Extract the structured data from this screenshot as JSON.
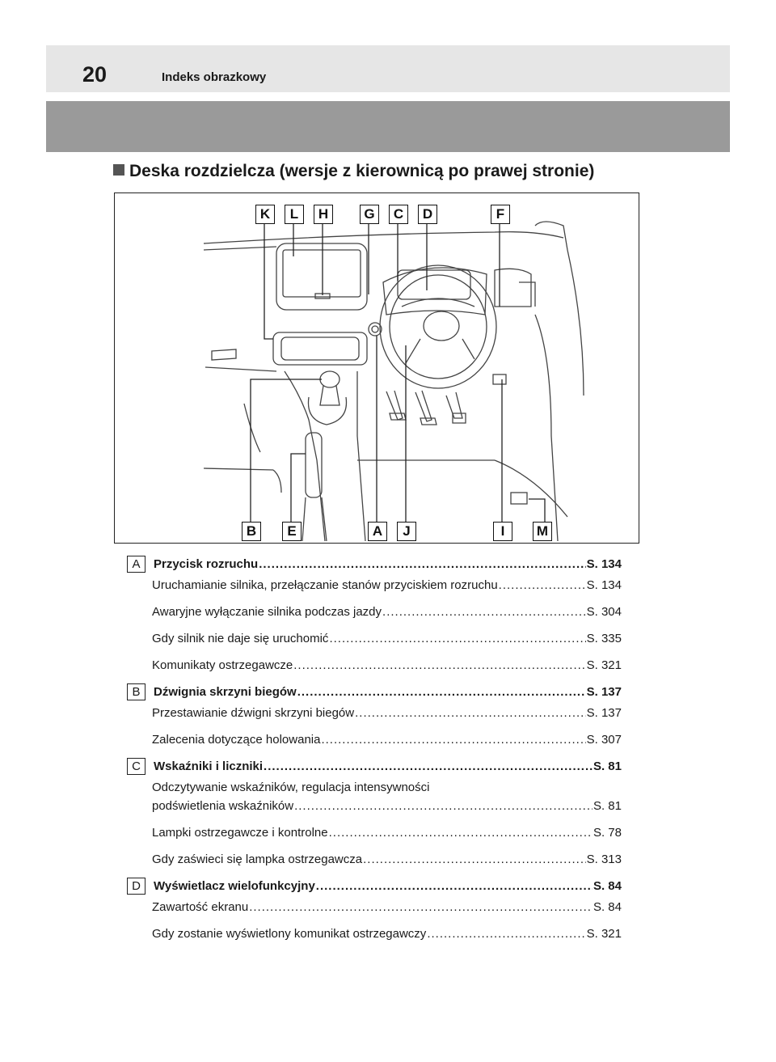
{
  "header": {
    "page_number": "20",
    "section": "Indeks obrazkowy"
  },
  "section_title": "Deska rozdzielcza (wersje z kierownicą po prawej stronie)",
  "figure": {
    "top_labels": [
      "K",
      "L",
      "H",
      "G",
      "C",
      "D",
      "F"
    ],
    "bottom_labels": [
      "B",
      "E",
      "A",
      "J",
      "I",
      "M"
    ]
  },
  "entries": [
    {
      "letter": "A",
      "title": "Przycisk rozruchu",
      "page": "S. 134",
      "items": [
        {
          "text": "Uruchamianie silnika, przełączanie stanów przyciskiem rozruchu",
          "page": "S. 134"
        },
        {
          "text": "Awaryjne wyłączanie silnika podczas jazdy",
          "page": "S. 304"
        },
        {
          "text": "Gdy silnik nie daje się uruchomić",
          "page": "S. 335"
        },
        {
          "text": "Komunikaty ostrzegawcze",
          "page": "S. 321"
        }
      ]
    },
    {
      "letter": "B",
      "title": "Dźwignia skrzyni biegów",
      "page": "S. 137",
      "items": [
        {
          "text": "Przestawianie dźwigni skrzyni biegów",
          "page": "S. 137"
        },
        {
          "text": "Zalecenia dotyczące holowania",
          "page": "S. 307"
        }
      ]
    },
    {
      "letter": "C",
      "title": "Wskaźniki i liczniki",
      "page": "S. 81",
      "items": [
        {
          "line1": "Odczytywanie wskaźników, regulacja intensywności",
          "text": "podświetlenia wskaźników",
          "page": "S. 81"
        },
        {
          "text": "Lampki ostrzegawcze i kontrolne",
          "page": "S. 78"
        },
        {
          "text": "Gdy zaświeci się lampka ostrzegawcza",
          "page": "S. 313"
        }
      ]
    },
    {
      "letter": "D",
      "title": "Wyświetlacz wielofunkcyjny",
      "page": "S. 84",
      "items": [
        {
          "text": "Zawartość ekranu",
          "page": "S. 84"
        },
        {
          "text": "Gdy zostanie wyświetlony komunikat ostrzegawczy",
          "page": "S. 321"
        }
      ]
    }
  ]
}
